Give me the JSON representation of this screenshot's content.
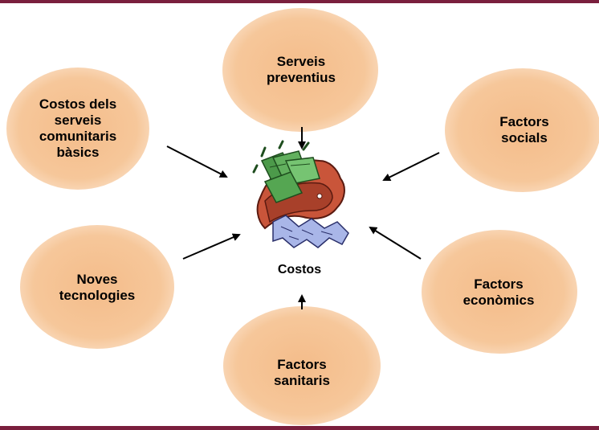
{
  "colors": {
    "bar": "#7a1f3d",
    "ellipse_fill": "#f6c79a",
    "ellipse_edge": "#f9d6b4",
    "arrow": "#000000"
  },
  "center": {
    "label": "Costos",
    "icon": "money-wallet-icon"
  },
  "nodes": [
    {
      "id": "serveis-preventius",
      "label": "Serveis\npreventius"
    },
    {
      "id": "costos-serveis-comunitaris",
      "label": "Costos dels\nserveis\ncomunitaris\nbàsics"
    },
    {
      "id": "factors-socials",
      "label": "Factors\nsocials"
    },
    {
      "id": "noves-tecnologies",
      "label": "Noves\ntecnologies"
    },
    {
      "id": "factors-economics",
      "label": "Factors\neconòmics"
    },
    {
      "id": "factors-sanitaris",
      "label": "Factors\nsanitaris"
    }
  ]
}
